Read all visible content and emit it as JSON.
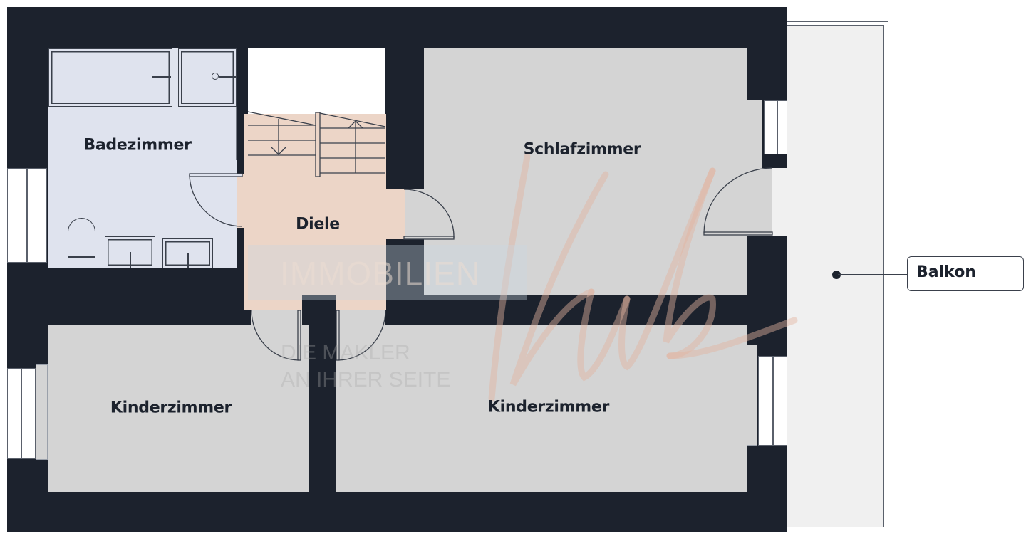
{
  "floorplan": {
    "rooms": [
      {
        "id": "badezimmer",
        "label": "Badezimmer"
      },
      {
        "id": "diele",
        "label": "Diele"
      },
      {
        "id": "schlafzimmer",
        "label": "Schlafzimmer"
      },
      {
        "id": "kinderzimmer-left",
        "label": "Kinderzimmer"
      },
      {
        "id": "kinderzimmer-right",
        "label": "Kinderzimmer"
      }
    ],
    "balcony": {
      "label": "Balkon"
    },
    "colors": {
      "wall": "#1c222d",
      "room": "#d4d4d4",
      "bathroom": "#dfe3ee",
      "hallway": "#ecd5c7",
      "balcony": "#f0f0f0"
    }
  },
  "watermark": {
    "brand_line": "IMMOBILIEN",
    "tagline_1": "DIE MAKLER",
    "tagline_2": "AN IHRER SEITE"
  }
}
